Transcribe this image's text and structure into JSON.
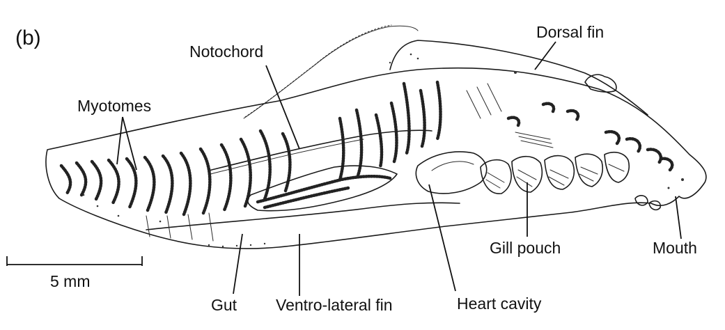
{
  "figure": {
    "panel_label": "(b)",
    "scale_bar_label": "5 mm"
  },
  "labels": {
    "notochord": "Notochord",
    "dorsal_fin": "Dorsal fin",
    "myotomes": "Myotomes",
    "gill_pouch": "Gill pouch",
    "mouth": "Mouth",
    "gut": "Gut",
    "ventro_lateral_fin": "Ventro-lateral fin",
    "heart_cavity": "Heart cavity"
  }
}
